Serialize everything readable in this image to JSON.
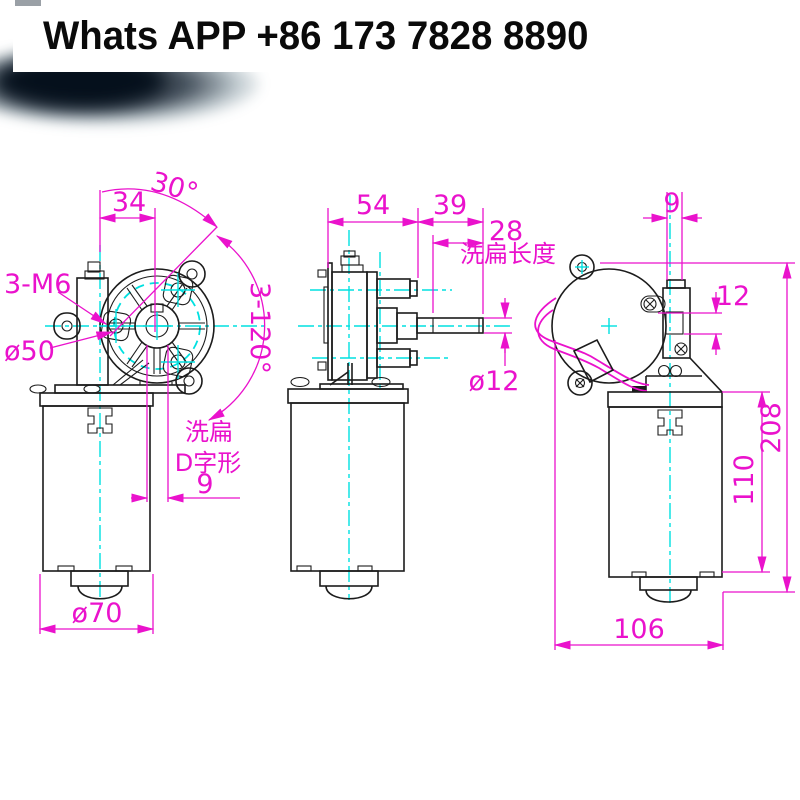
{
  "banner": {
    "text": "Whats APP +86 173 7828 8890"
  },
  "colors": {
    "dimension": "#ea12cc",
    "centerline": "#00e0e0",
    "outline": "#1c1c1c",
    "background": "#ffffff"
  },
  "drawing": {
    "front_view": {
      "angle_30": "30°",
      "dim_34": "34",
      "label_3m6": "3-M6",
      "label_d50": "ø50",
      "arc_3_120": "3-120°",
      "label_flat": "洗扁",
      "label_dshape": "D字形",
      "dim_9": "9",
      "dim_d70": "ø70"
    },
    "side_view": {
      "dim_54": "54",
      "dim_39": "39",
      "dim_28": "28",
      "label_flat_length": "洗扁长度",
      "dim_d12": "ø12"
    },
    "rear_view": {
      "dim_9": "9",
      "dim_12": "12",
      "dim_110": "110",
      "dim_208": "208",
      "dim_106": "106"
    }
  }
}
